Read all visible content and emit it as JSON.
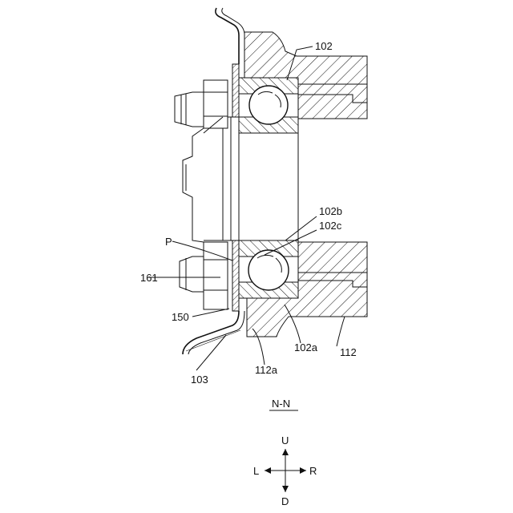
{
  "labels": {
    "l102": "102",
    "l102b": "102b",
    "l102c": "102c",
    "lP": "P",
    "l161": "161",
    "l150": "150",
    "l103": "103",
    "l112a": "112a",
    "l102a": "102a",
    "l112": "112"
  },
  "section_label": "N-N",
  "directions": {
    "up": "U",
    "down": "D",
    "left": "L",
    "right": "R"
  },
  "colors": {
    "ink": "#111111",
    "background": "#ffffff"
  }
}
